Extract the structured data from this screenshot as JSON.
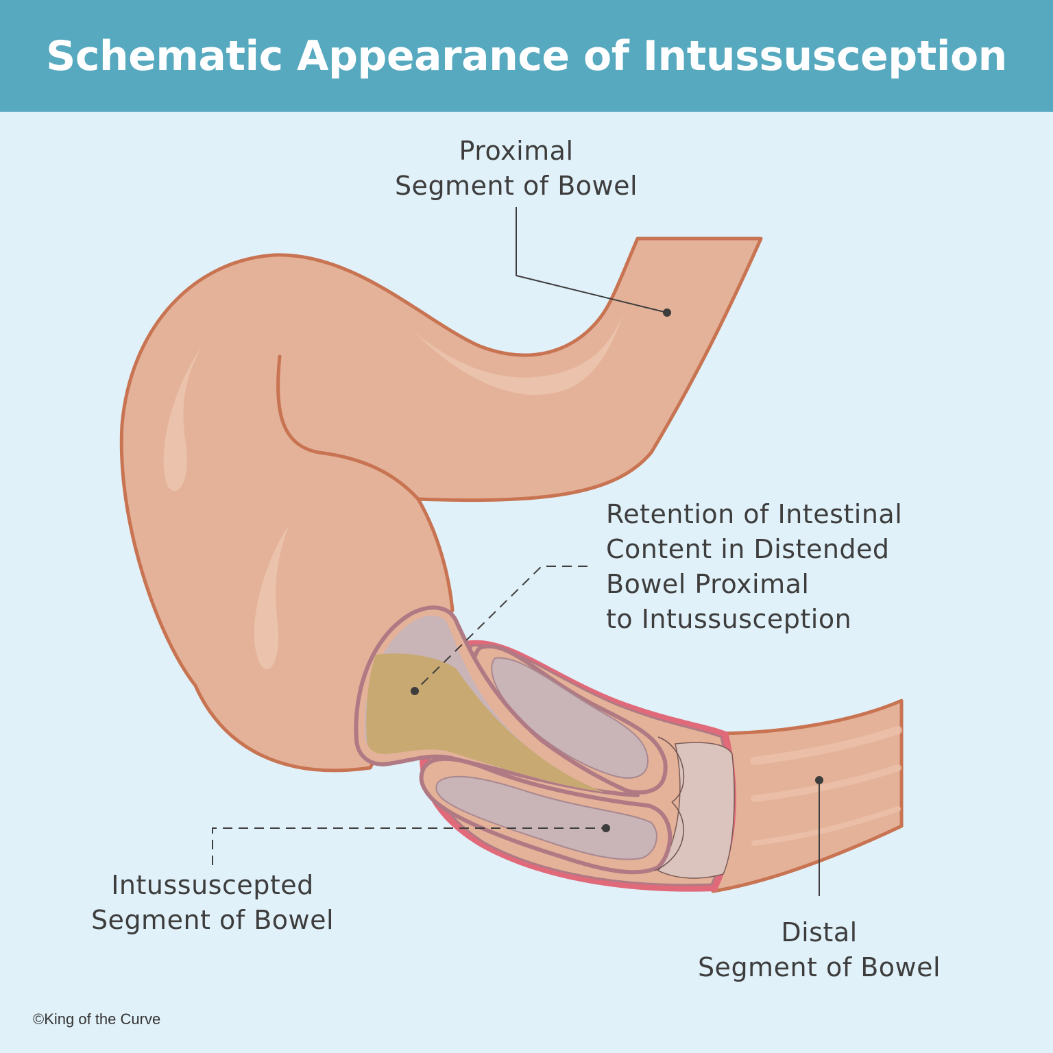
{
  "title": "Schematic Appearance of Intussusception",
  "labels": {
    "proximal": [
      "Proximal",
      "Segment of Bowel"
    ],
    "retention": [
      "Retention of Intestinal",
      "Content in Distended",
      "Bowel Proximal",
      "to Intussusception"
    ],
    "intussuscepted": [
      "Intussuscepted",
      "Segment of Bowel"
    ],
    "distal": [
      "Distal",
      "Segment of Bowel"
    ]
  },
  "copyright": "©King of the Curve",
  "colors": {
    "header": "#56a9bf",
    "background": "#e1f1f9",
    "bowel_fill": "#e4b299",
    "bowel_outline": "#c87452",
    "inner_wall": "#c9b4b8",
    "retained_content": "#c8a972",
    "serosa_red": "#e06a7a"
  }
}
